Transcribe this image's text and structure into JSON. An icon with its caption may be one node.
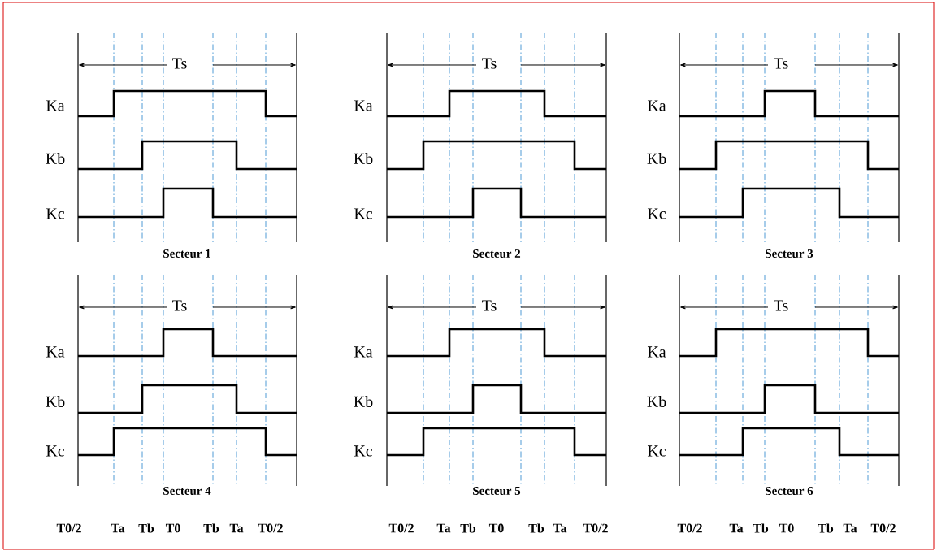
{
  "diagram": {
    "labels": [
      "Ts",
      "Ka",
      "Kb",
      "Kc",
      "Secteur 1",
      "Ts",
      "Ka",
      "Kb",
      "Kc",
      "Secteur 2",
      "Ts",
      "Ka",
      "Kb",
      "Kc",
      "Secteur 3",
      "Ts",
      "Ka",
      "Kb",
      "Kc",
      "Secteur 4",
      "Ts",
      "Ka",
      "Kb",
      "Kc",
      "Secteur 5",
      "Ts",
      "Ka",
      "Kb",
      "Kc",
      "Secteur 6",
      "T0/2",
      "Ta",
      "Tb",
      "T0",
      "Tb",
      "Ta",
      "T0/2",
      "T0/2",
      "Ta",
      "Tb",
      "T0",
      "Tb",
      "Ta",
      "T0/2",
      "T0/2",
      "Ta",
      "Tb",
      "T0",
      "Tb",
      "Ta",
      "T0/2"
    ]
  }
}
